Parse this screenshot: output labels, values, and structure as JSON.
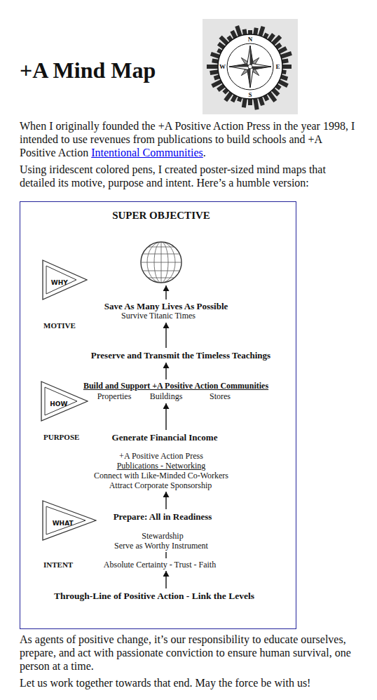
{
  "diagram": {
    "title": "+A Mind Map",
    "nodes": [
      {
        "text": [
          "SUPER OBJECTIVE"
        ]
      },
      {
        "text": [
          "WHY"
        ],
        "in": 0
      },
      {
        "text": [
          "HOW"
        ],
        "in": 0
      },
      {
        "text": [
          "WHAT"
        ],
        "in": 0
      }
    ],
    "labels": [
      "N",
      "W",
      "E",
      "S",
      "When I originally founded the +A Positive Action Press in the year 1998, I intended to use revenues from publications to build schools and +A Positive Action",
      "Intentional Communities",
      ".",
      "Using iridescent colored pens, I created poster-sized mind maps that detailed its motive, purpose and intent. Here’s a humble version:",
      "Save As Many Lives As Possible",
      "Survive Titanic Times",
      "MOTIVE",
      "Preserve and Transmit the Timeless Teachings",
      "Build and Support +A Positive Action Communities",
      "Properties",
      "Buildings",
      "Stores",
      "PURPOSE",
      "Generate Financial Income",
      "+A Positive Action Press",
      "Publications - Networking",
      "Connect with Like-Minded Co-Workers",
      "Attract Corporate Sponsorship",
      "Prepare: All in Readiness",
      "Stewardship",
      "Serve as Worthy Instrument",
      "INTENT",
      "Absolute Certainty - Trust - Faith",
      "Through-Line of Positive Action - Link the Levels",
      "As agents of positive change, it’s our responsibility to educate ourselves, prepare, and act with passionate conviction to ensure human survival, one person at a time.",
      "Let us work together towards that end. May the force be with us!"
    ]
  }
}
